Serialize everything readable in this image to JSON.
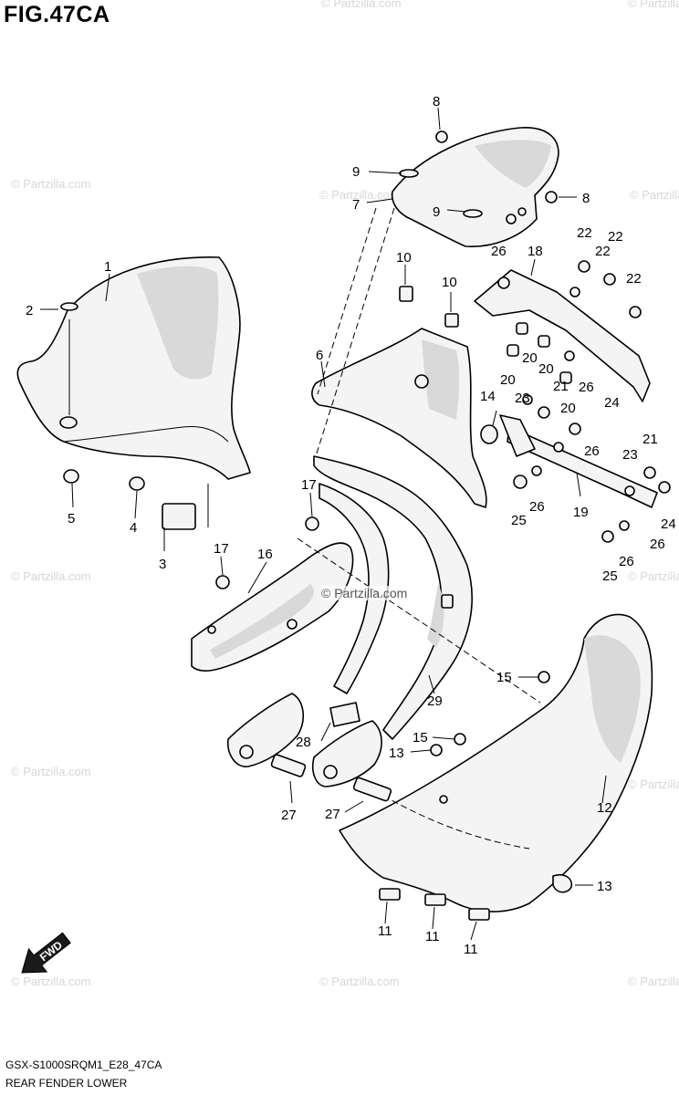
{
  "header": {
    "title": "FIG.47CA"
  },
  "footer": {
    "code": "GSX-S1000SRQM1_E28_47CA",
    "name": "REAR FENDER LOWER"
  },
  "watermark": {
    "text": "© Partzilla.com"
  },
  "fwd_arrow": {
    "label": "FWD"
  },
  "callouts": [
    "1",
    "2",
    "3",
    "4",
    "5",
    "6",
    "7",
    "8",
    "8",
    "9",
    "9",
    "10",
    "10",
    "11",
    "11",
    "11",
    "12",
    "13",
    "13",
    "14",
    "15",
    "15",
    "16",
    "17",
    "17",
    "18",
    "19",
    "20",
    "20",
    "20",
    "20",
    "21",
    "21",
    "22",
    "22",
    "22",
    "22",
    "23",
    "23",
    "24",
    "24",
    "25",
    "25",
    "26",
    "26",
    "26",
    "26",
    "26",
    "26",
    "27",
    "27",
    "28",
    "29"
  ]
}
